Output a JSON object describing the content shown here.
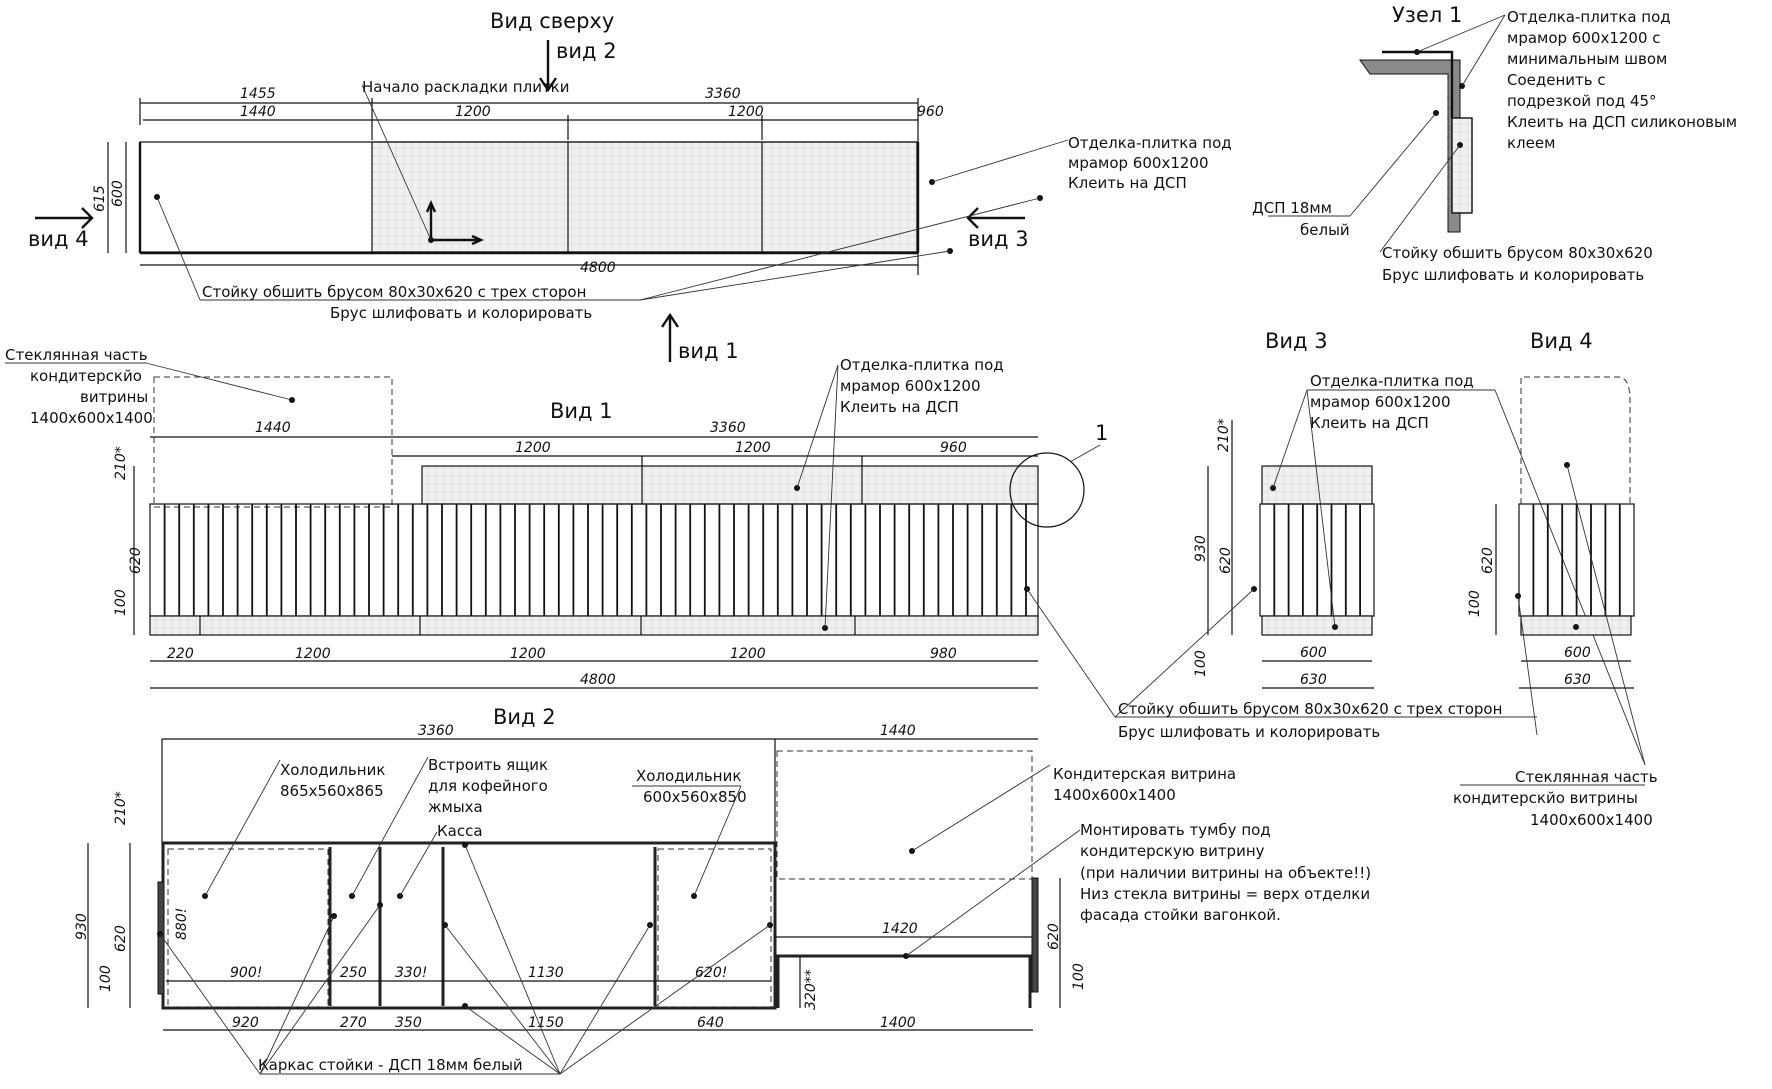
{
  "views": {
    "top": {
      "title": "Вид сверху",
      "arrow_view2": "вид 2",
      "arrow_view4": "вид 4",
      "arrow_view3": "вид 3",
      "arrow_view1": "вид 1"
    },
    "v1": {
      "title": "Вид 1",
      "callout": "1"
    },
    "v2": {
      "title": "Вид 2"
    },
    "v3": {
      "title": "Вид  3"
    },
    "v4": {
      "title": "Вид 4"
    },
    "node1": {
      "title": "Узел 1"
    }
  },
  "dims": {
    "top": {
      "d1455": "1455",
      "d1440": "1440",
      "d3360": "3360",
      "d1200a": "1200",
      "d1200b": "1200",
      "d960": "960",
      "d4800": "4800",
      "d615": "615",
      "d600": "600"
    },
    "v1": {
      "d1440": "1440",
      "d3360": "3360",
      "d1200a": "1200",
      "d1200b": "1200",
      "d960": "960",
      "d210": "210*",
      "d620": "620",
      "d100": "100",
      "b220": "220",
      "b1200a": "1200",
      "b1200b": "1200",
      "b1200c": "1200",
      "b980": "980",
      "d4800": "4800"
    },
    "v3": {
      "d210": "210*",
      "d930": "930",
      "d620": "620",
      "d100": "100",
      "d600": "600",
      "d630": "630"
    },
    "v4": {
      "d620": "620",
      "d100": "100",
      "d600": "600",
      "d630": "630"
    },
    "v2": {
      "d3360": "3360",
      "d1440": "1440",
      "d210": "210*",
      "d930": "930",
      "d620": "620",
      "d100": "100",
      "d880": "880!",
      "i900": "900!",
      "i250": "250",
      "i330": "330!",
      "i1130": "1130",
      "i620": "620!",
      "o920": "920",
      "o270": "270",
      "o350": "350",
      "o1150": "1150",
      "o640": "640",
      "d1420": "1420",
      "d320": "320**",
      "d1400": "1400",
      "r620": "620",
      "r100": "100"
    }
  },
  "notes": {
    "tile_start": "Начало раскладки плитки",
    "tile_top": [
      "Отделка-плитка под",
      "мрамор 600х1200",
      "Клеить на ДСП"
    ],
    "batten": [
      "Стойку обшить брусом 80х30х620 с трех сторон",
      "Брус шлифовать и  колорировать"
    ],
    "glass_left": [
      "Стеклянная часть",
      "кондитерскйо",
      "витрины",
      "1400х600х1400"
    ],
    "node_tile": [
      "Отделка-плитка под",
      "мрамор 600х1200 с",
      "минимальным швом",
      "Соеденить с",
      "подрезкой под 45°",
      "Клеить на ДСП силиконовым",
      "клеем"
    ],
    "node_dsp": [
      "ДСП 18мм",
      "белый"
    ],
    "node_batten": [
      "Стойку обшить брусом 80х30х620",
      "Брус шлифовать и  колорировать"
    ],
    "fridge1": [
      "Холодильник",
      "865х560х865"
    ],
    "box": [
      "Встроить ящик",
      "для кофейного",
      "жмыха"
    ],
    "cash": "Касса",
    "fridge2": [
      "Холодильник",
      "600х560х850"
    ],
    "showcase": [
      "Кондитерская витрина",
      "1400х600х1400"
    ],
    "mount": [
      "Монтировать тумбу под",
      "кондитерскую витрину",
      "(при наличии витрины на объекте!!)",
      "Низ стекла витрины = верх отделки",
      "фасада стойки вагонкой."
    ],
    "glass_right": [
      "Стеклянная часть",
      "кондитерскйо витрины",
      "1400х600х1400"
    ],
    "frame": "Каркас стойки - ДСП 18мм белый"
  }
}
